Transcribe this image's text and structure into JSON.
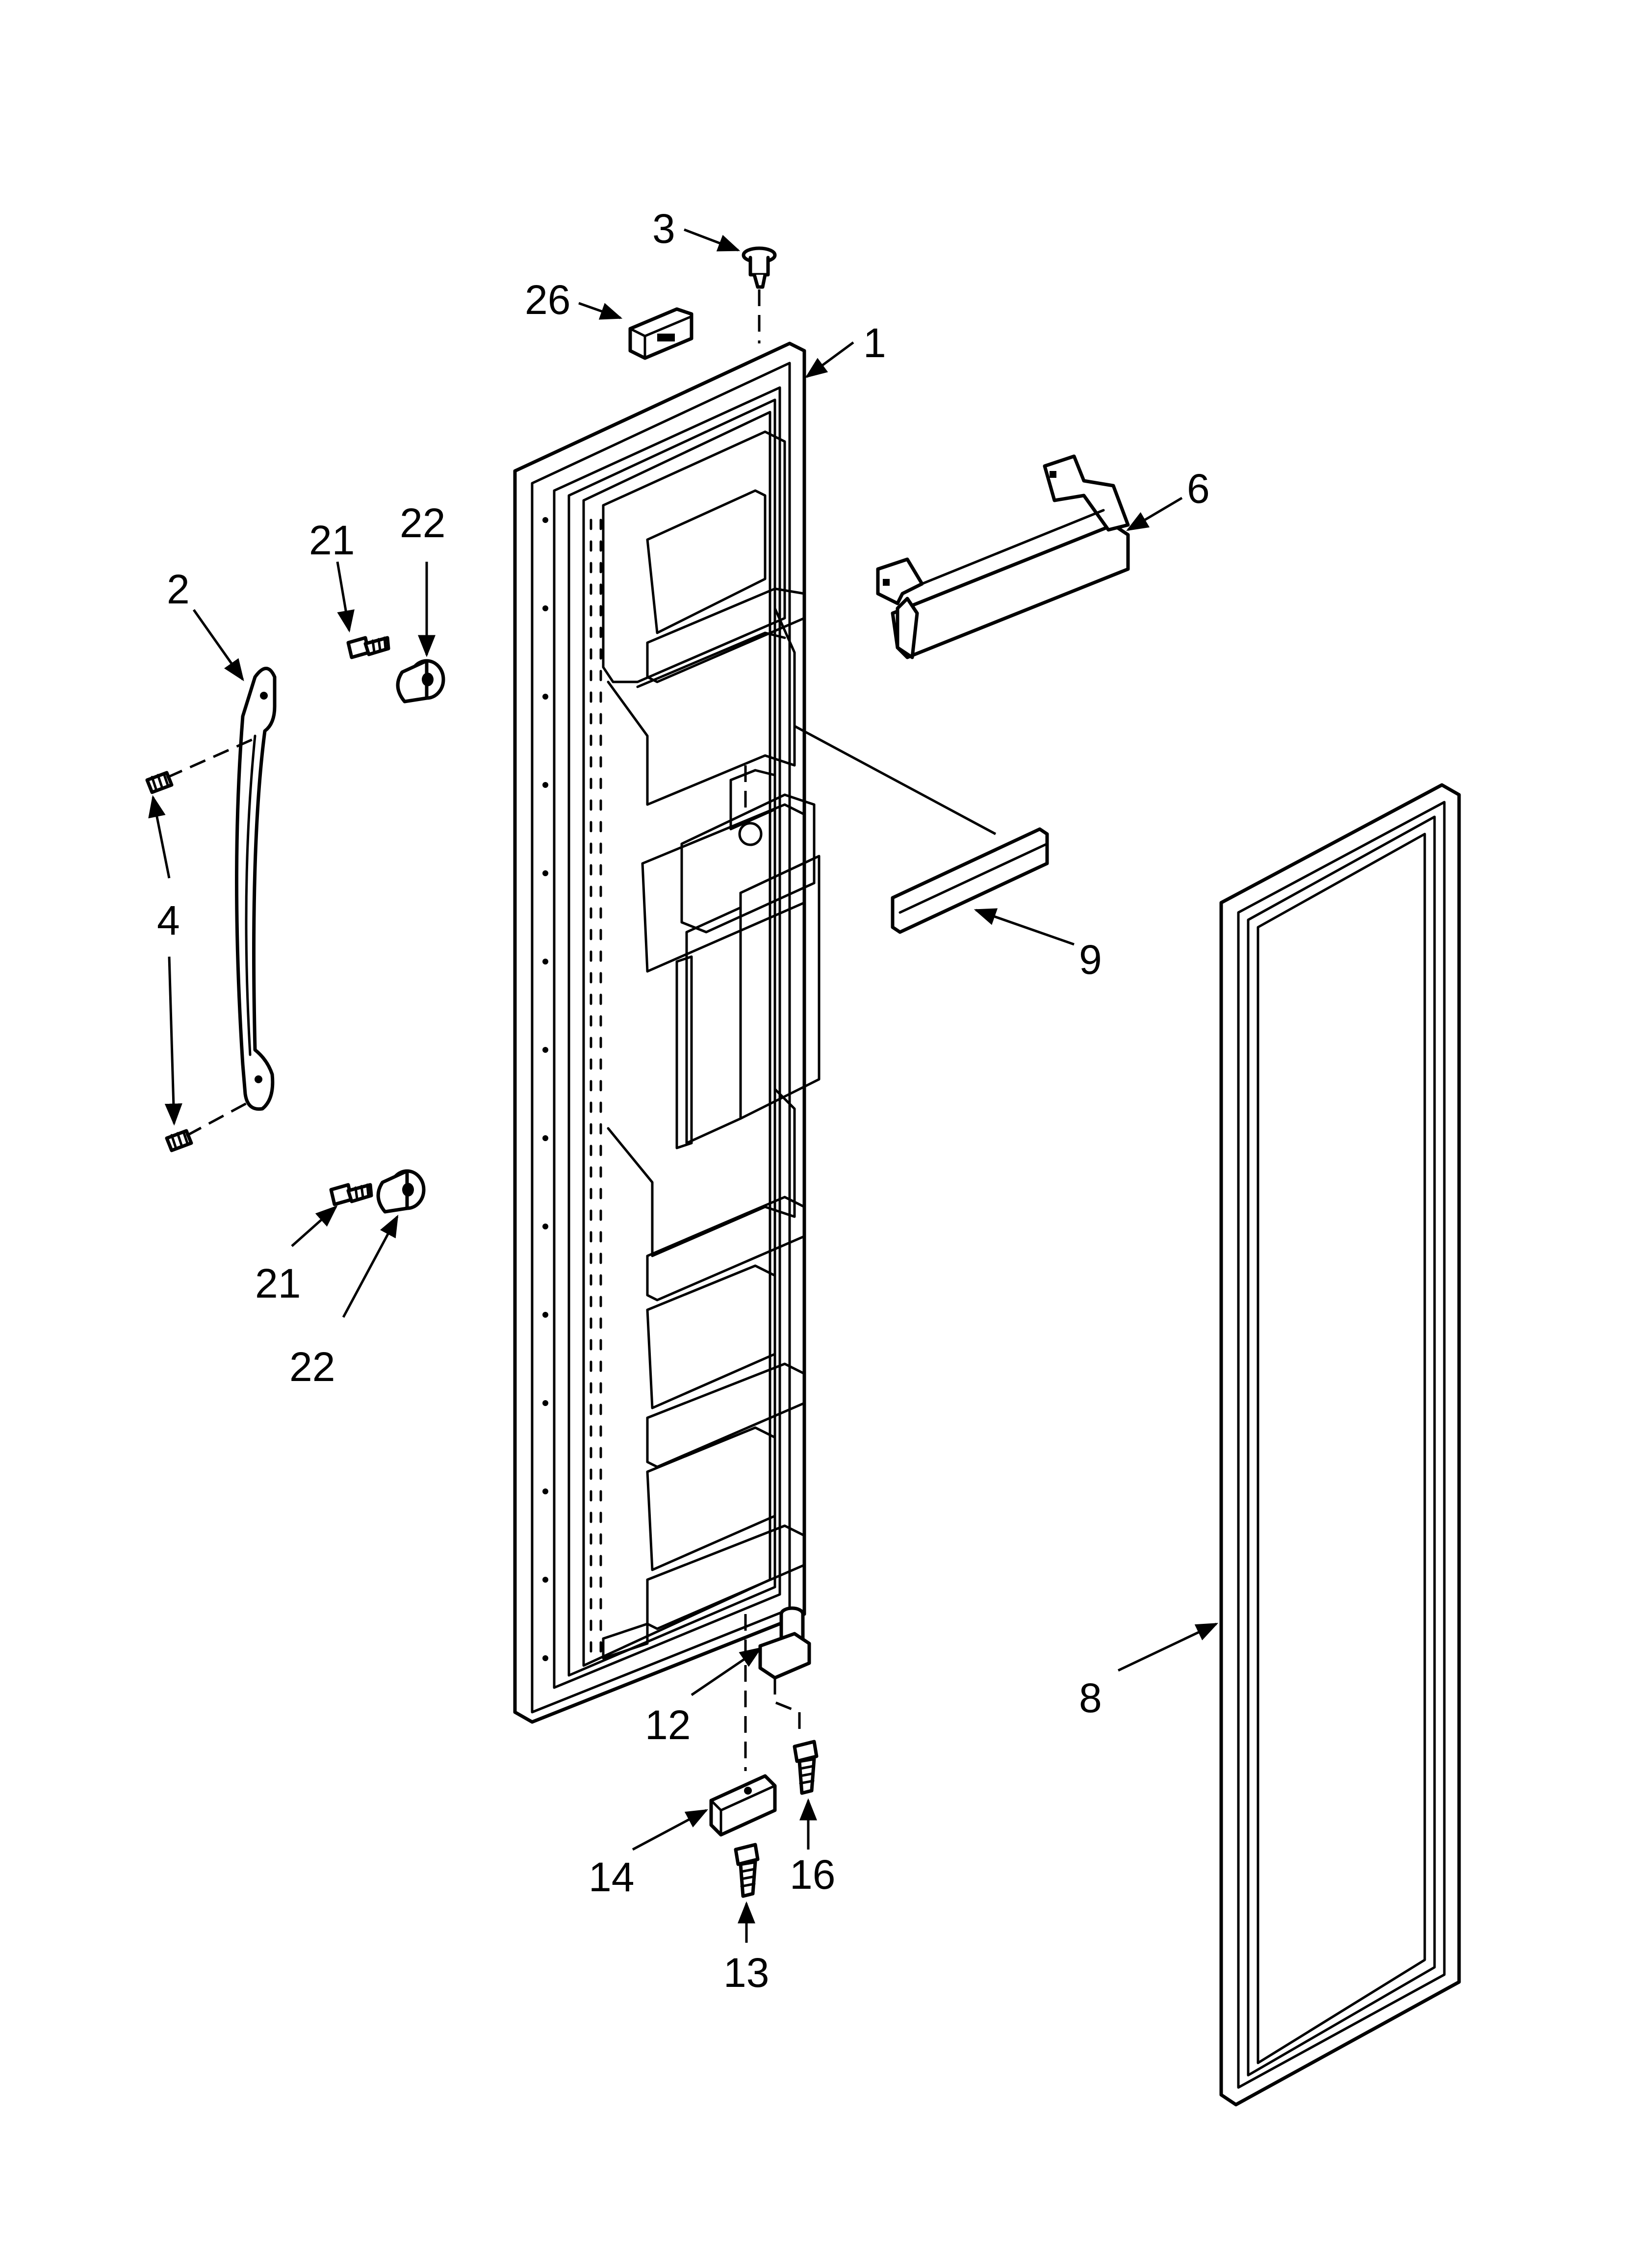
{
  "diagram": {
    "callouts": [
      {
        "id": "c1",
        "text": "1"
      },
      {
        "id": "c2",
        "text": "2"
      },
      {
        "id": "c3",
        "text": "3"
      },
      {
        "id": "c4",
        "text": "4"
      },
      {
        "id": "c6",
        "text": "6"
      },
      {
        "id": "c8",
        "text": "8"
      },
      {
        "id": "c9",
        "text": "9"
      },
      {
        "id": "c12",
        "text": "12"
      },
      {
        "id": "c13",
        "text": "13"
      },
      {
        "id": "c14",
        "text": "14"
      },
      {
        "id": "c16",
        "text": "16"
      },
      {
        "id": "c21a",
        "text": "21"
      },
      {
        "id": "c21b",
        "text": "21"
      },
      {
        "id": "c22a",
        "text": "22"
      },
      {
        "id": "c22b",
        "text": "22"
      },
      {
        "id": "c26",
        "text": "26"
      }
    ]
  }
}
